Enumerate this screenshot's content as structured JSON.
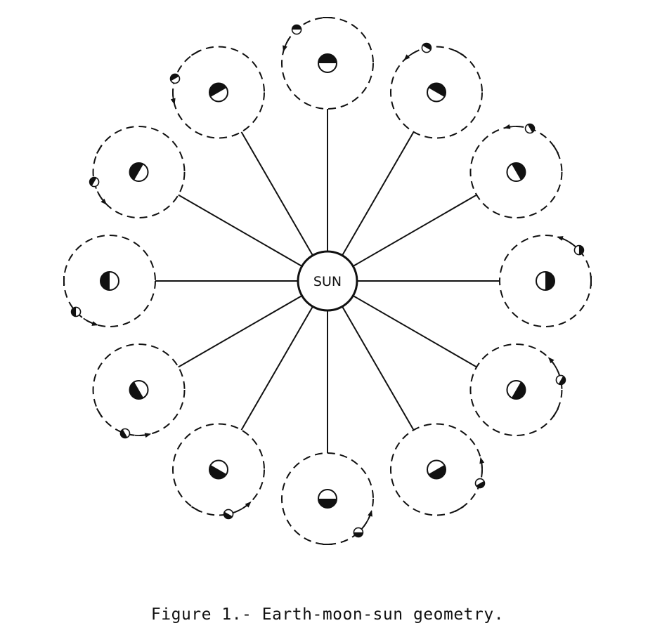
{
  "diagram": {
    "sun_label": "SUN",
    "caption": "Figure 1.- Earth-moon-sun geometry.",
    "positions": 12
  }
}
